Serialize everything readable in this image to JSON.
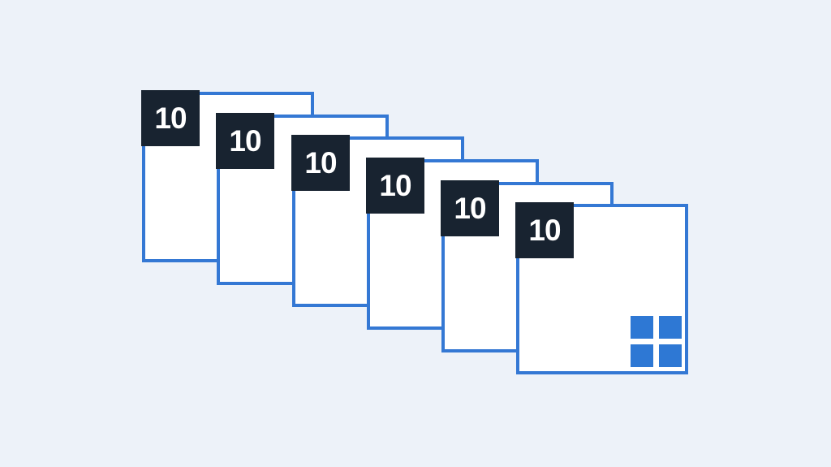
{
  "cards": [
    {
      "badge": "10"
    },
    {
      "badge": "10"
    },
    {
      "badge": "10"
    },
    {
      "badge": "10"
    },
    {
      "badge": "10"
    },
    {
      "badge": "10"
    }
  ],
  "icons": {
    "windows_logo": "four-squares-grid"
  },
  "colors": {
    "background": "#edf2f9",
    "card_fill": "#ffffff",
    "card_border": "#3478d4",
    "badge_bg": "#182330",
    "badge_text": "#ffffff",
    "logo_blue": "#2e78d4"
  }
}
